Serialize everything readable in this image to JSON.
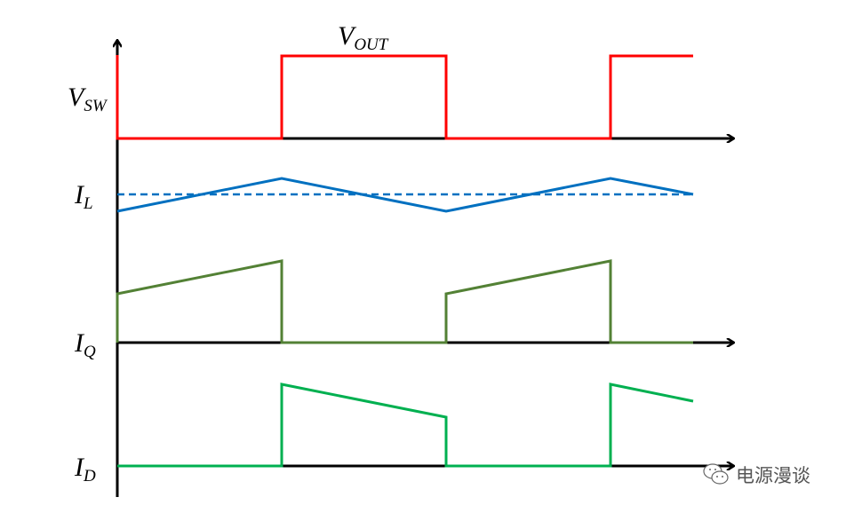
{
  "labels": {
    "vsw": {
      "main": "V",
      "sub": "SW"
    },
    "vout": {
      "main": "V",
      "sub": "OUT"
    },
    "il": {
      "main": "I",
      "sub": "L"
    },
    "iq": {
      "main": "I",
      "sub": "Q"
    },
    "id": {
      "main": "I",
      "sub": "D"
    }
  },
  "watermark": {
    "text": "电源漫谈",
    "icon": "wechat-icon"
  },
  "colors": {
    "vsw": "#ff0000",
    "il": "#0070c0",
    "iq": "#538135",
    "id": "#00b050",
    "axis": "#000000"
  }
}
